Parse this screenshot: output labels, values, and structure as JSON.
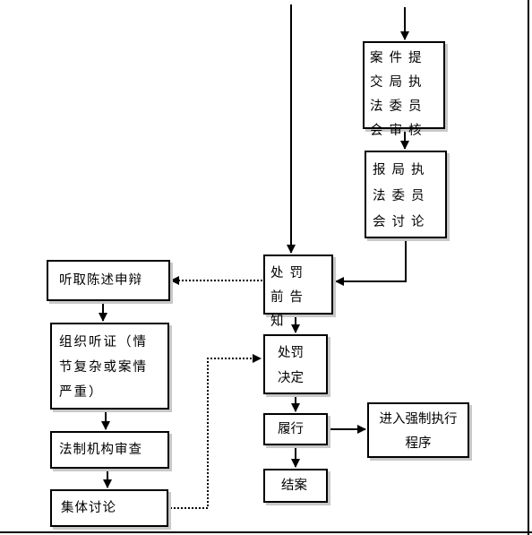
{
  "nodes": {
    "submit_review": "案件提交局执法委员会审核",
    "report_discuss": "报局执法委员会讨论",
    "prior_notice": "处罚前告知",
    "hearing_statement": "听取陈述申辩",
    "organize_hearing": "组织听证（情节复杂或案情严重）",
    "legal_review": "法制机构审查",
    "collective_discussion": "集体讨论",
    "penalty_decision": "处罚决定",
    "perform": "履行",
    "enforcement": "进入强制执行程序",
    "close_case": "结案"
  }
}
